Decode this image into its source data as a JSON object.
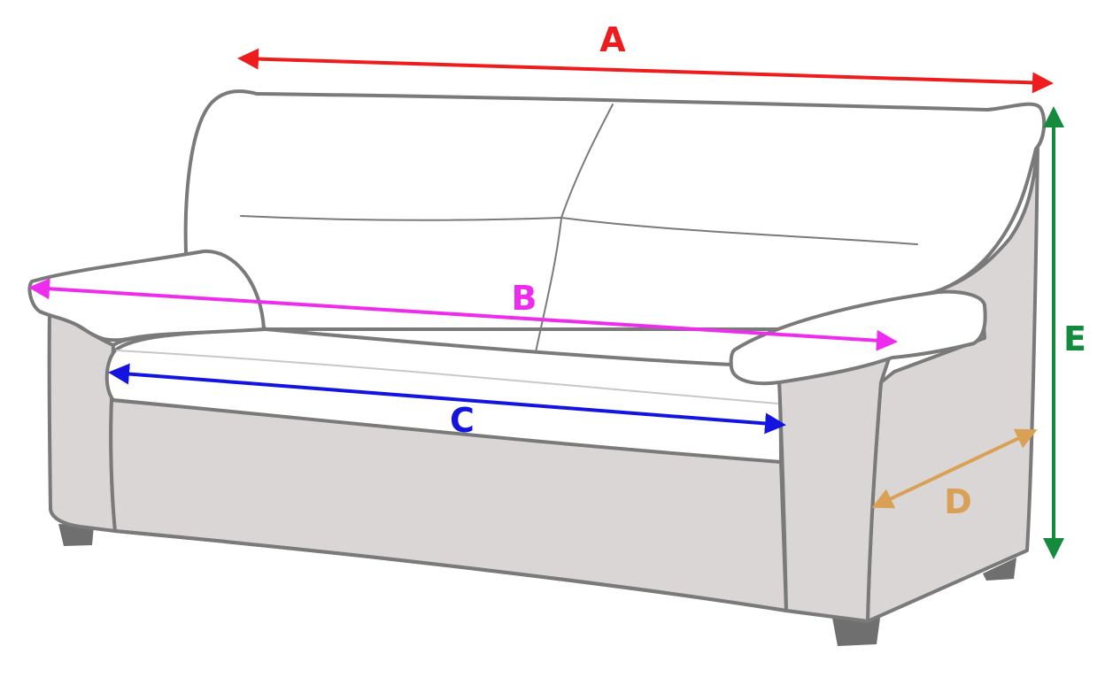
{
  "diagram": {
    "subject": "sofa-dimension-diagram",
    "dimensions": [
      {
        "key": "A",
        "label": "A",
        "color": "#ee1c1c"
      },
      {
        "key": "B",
        "label": "B",
        "color": "#ee2cee"
      },
      {
        "key": "C",
        "label": "C",
        "color": "#1414e0"
      },
      {
        "key": "D",
        "label": "D",
        "color": "#d9a056"
      },
      {
        "key": "E",
        "label": "E",
        "color": "#148a3c"
      }
    ],
    "colors": {
      "outline": "#7a7a7a",
      "fabric_side": "#d9d6d5",
      "fabric_top": "#ffffff",
      "legs": "#6f6f6f"
    }
  }
}
